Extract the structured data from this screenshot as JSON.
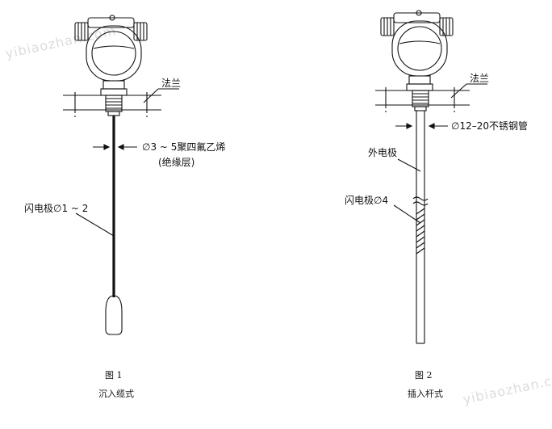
{
  "watermark": "yibiaozhan.com",
  "figure1": {
    "flange_label": "法兰",
    "cable_label_line1": "∅3 ~ 5聚四氟乙烯",
    "cable_label_line2": "(绝缘层)",
    "electrode_label": "闪电极∅1 ~ 2",
    "caption_number": "图 1",
    "caption_title": "沉入缆式"
  },
  "figure2": {
    "flange_label": "法兰",
    "pipe_label": "∅12–20不锈钢管",
    "outer_electrode_label": "外电极",
    "inner_electrode_label": "闪电极∅4",
    "caption_number": "图 2",
    "caption_title": "插入杆式"
  }
}
